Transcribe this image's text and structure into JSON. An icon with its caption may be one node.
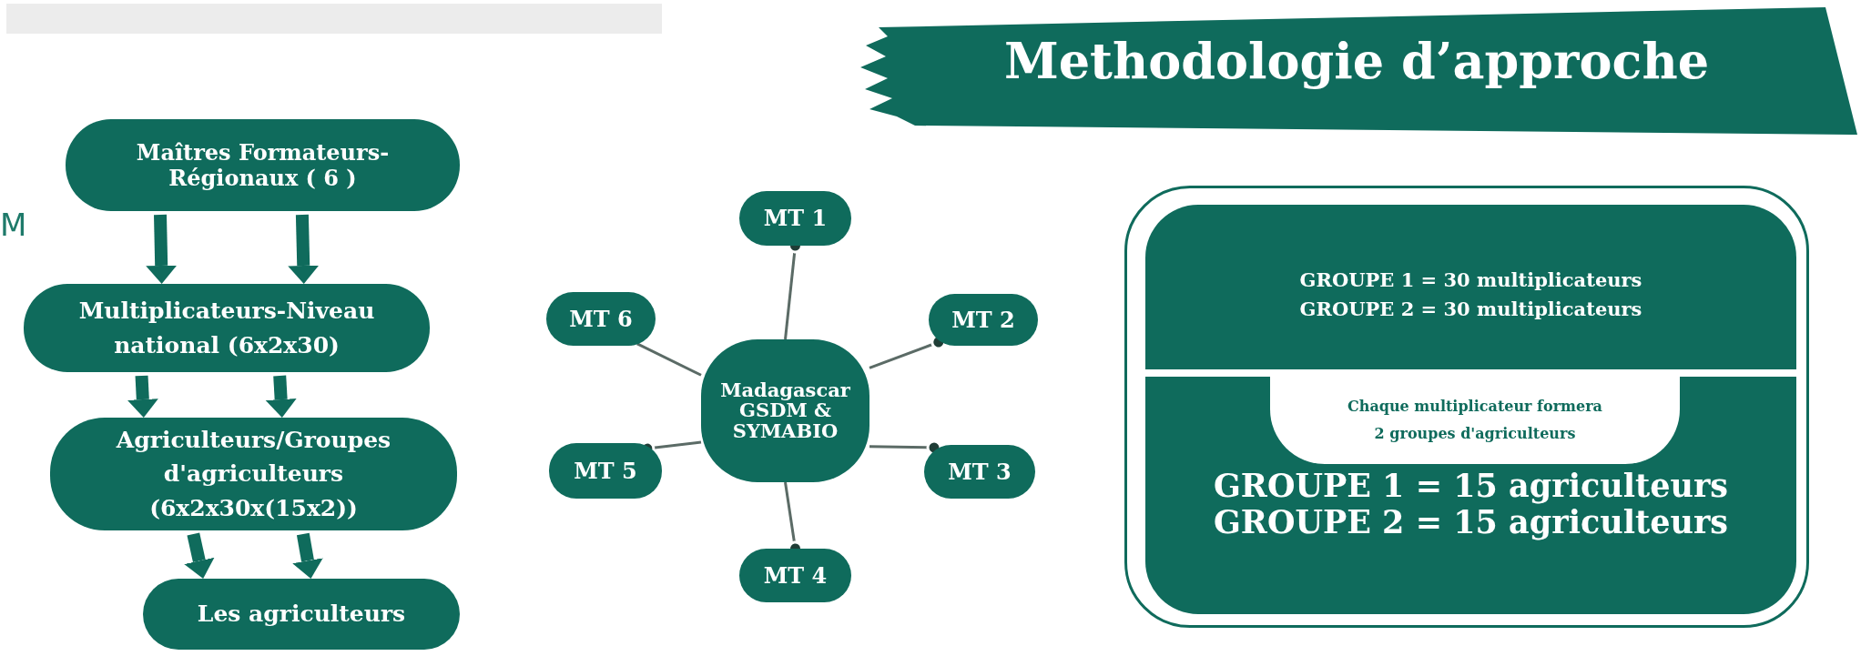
{
  "diagram": {
    "title": "Methodologie d’approche",
    "nodes": [
      {
        "text": [
          "Maîtres Formateurs-Régionaux ( 6 )"
        ]
      },
      {
        "text": [
          "Multiplicateurs-Niveau national (6x2x30)"
        ]
      },
      {
        "text": [
          "Agriculteurs/Groupes d'agriculteurs (6x2x30x(15x2))"
        ]
      },
      {
        "text": [
          "Les agriculteurs"
        ]
      },
      {
        "text": [
          "Madagascar GSDM & SYMABIO"
        ]
      },
      {
        "text": [
          "MT 1"
        ]
      },
      {
        "text": [
          "MT 2"
        ]
      },
      {
        "text": [
          "MT 3"
        ]
      },
      {
        "text": [
          "MT 4"
        ]
      },
      {
        "text": [
          "MT 5"
        ]
      },
      {
        "text": [
          "MT 6"
        ]
      },
      {
        "text": [],
        "shape": "box"
      },
      {
        "text": [
          "GROUPE 1 = 30 multiplicateurs",
          "GROUPE 2 = 30 multiplicateurs"
        ],
        "in": 11
      },
      {
        "text": [
          "GROUPE 1 = 15 agriculteurs",
          "GROUPE 2 = 15 agriculteurs"
        ],
        "in": 11
      },
      {
        "text": [
          "Chaque multiplicateur formera 2 groupes d'agriculteurs"
        ],
        "in": 13
      }
    ],
    "edges": [
      {
        "from": 0,
        "to": 1,
        "arrow": "to",
        "style": "thick"
      },
      {
        "from": 0,
        "to": 1,
        "arrow": "to",
        "style": "thick"
      },
      {
        "from": 1,
        "to": 2,
        "arrow": "to",
        "style": "thick"
      },
      {
        "from": 1,
        "to": 2,
        "arrow": "to",
        "style": "thick"
      },
      {
        "from": 2,
        "to": 3,
        "arrow": "to",
        "style": "thick"
      },
      {
        "from": 2,
        "to": 3,
        "arrow": "to",
        "style": "thick"
      },
      {
        "from": 4,
        "to": 5,
        "arrow": "other",
        "color": "#5b6b66"
      },
      {
        "from": 4,
        "to": 6,
        "arrow": "other",
        "color": "#5b6b66"
      },
      {
        "from": 4,
        "to": 7,
        "arrow": "other",
        "color": "#5b6b66"
      },
      {
        "from": 4,
        "to": 8,
        "arrow": "other",
        "color": "#5b6b66"
      },
      {
        "from": 4,
        "to": 9,
        "arrow": "other",
        "color": "#5b6b66"
      },
      {
        "from": 4,
        "to": 10,
        "arrow": "other",
        "color": "#5b6b66"
      }
    ],
    "labels": [
      "M"
    ]
  }
}
